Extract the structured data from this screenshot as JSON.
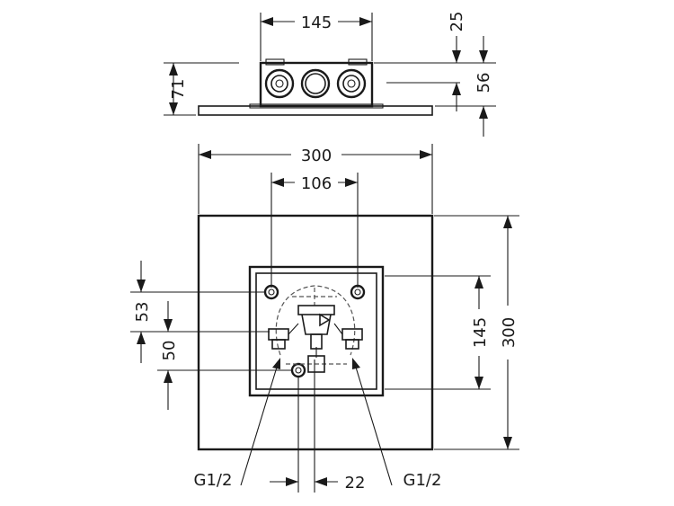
{
  "top_view": {
    "width_label": "145",
    "depth_label": "25",
    "height_label": "56",
    "total_height_label": "71"
  },
  "front_view": {
    "outer_width_label": "300",
    "inner_spacing_label": "106",
    "outer_height_label": "300",
    "inner_height_label": "145",
    "upper_offset_label": "53",
    "lower_offset_label": "50",
    "bottom_offset_label": "22"
  },
  "connections": {
    "left_label": "G1/2",
    "right_label": "G1/2"
  }
}
